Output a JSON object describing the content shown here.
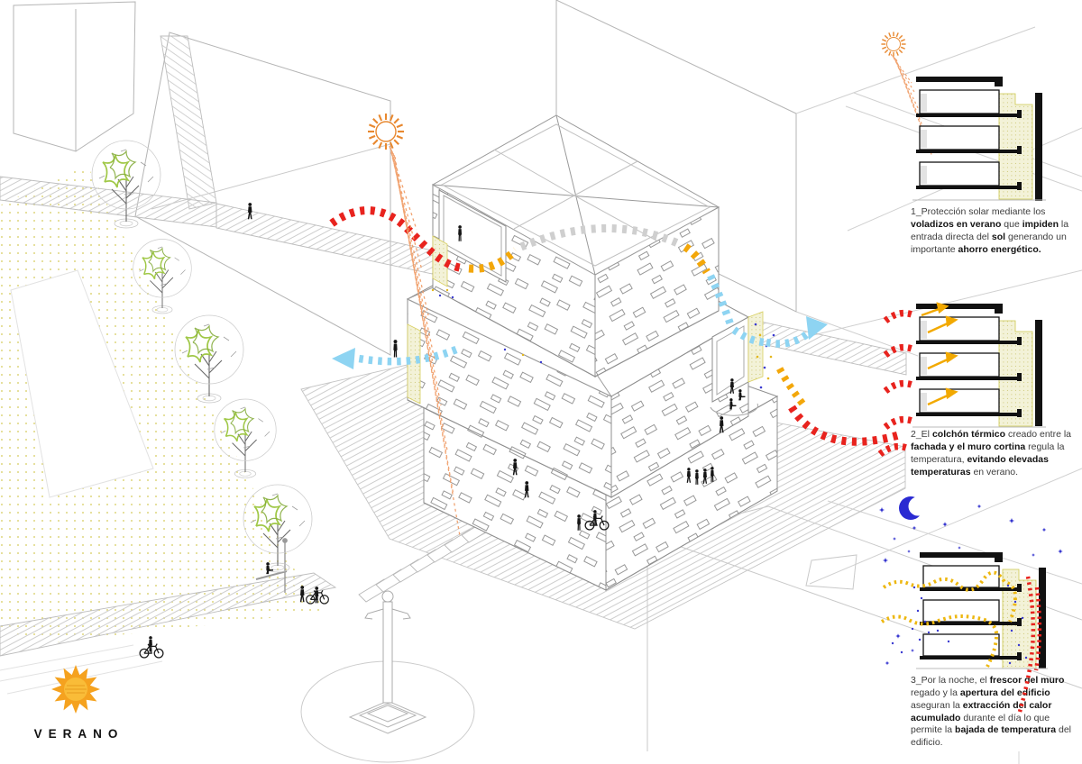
{
  "legend": {
    "label": "VERANO",
    "icon": "sun-icon"
  },
  "notes": [
    {
      "number": "1",
      "segments": [
        {
          "text": "1_Protección solar mediante los ",
          "bold": false
        },
        {
          "text": "voladizos en verano",
          "bold": true
        },
        {
          "text": " que ",
          "bold": false
        },
        {
          "text": "impiden",
          "bold": true
        },
        {
          "text": " la entrada directa del ",
          "bold": false
        },
        {
          "text": "sol",
          "bold": true
        },
        {
          "text": " generando un importante ",
          "bold": false
        },
        {
          "text": "ahorro energético.",
          "bold": true
        }
      ]
    },
    {
      "number": "2",
      "segments": [
        {
          "text": "2_El ",
          "bold": false
        },
        {
          "text": "colchón térmico",
          "bold": true
        },
        {
          "text": " creado entre la ",
          "bold": false
        },
        {
          "text": "fachada y el muro cortina",
          "bold": true
        },
        {
          "text": " regula la temperatura, ",
          "bold": false
        },
        {
          "text": "evitando elevadas temperaturas",
          "bold": true
        },
        {
          "text": " en verano.",
          "bold": false
        }
      ]
    },
    {
      "number": "3",
      "segments": [
        {
          "text": "3_Por la noche, el ",
          "bold": false
        },
        {
          "text": "frescor del muro",
          "bold": true
        },
        {
          "text": " regado y la ",
          "bold": false
        },
        {
          "text": "apertura del edificio",
          "bold": true
        },
        {
          "text": " aseguran la ",
          "bold": false
        },
        {
          "text": "extracción del calor acumulado",
          "bold": true
        },
        {
          "text": " durante el día lo que permite la ",
          "bold": false
        },
        {
          "text": "bajada de temperatura",
          "bold": true
        },
        {
          "text": " del edificio.",
          "bold": false
        }
      ]
    }
  ],
  "colors": {
    "hot_air": "#e8231e",
    "warm_air": "#f3a70a",
    "cool_air": "#8ed4f2",
    "neutral_air": "#cfcfcf",
    "sun_rays": "#ef9a63",
    "sun_fill": "#f5a21f",
    "night_blue": "#2a2ad2",
    "vegetation": "#9bc53d",
    "thermal_buffer": "#f3f2d8",
    "plaza_dots": "#d9cf66"
  },
  "icons": [
    "sun-icon",
    "moon-icon",
    "star-icon",
    "tree-icon",
    "person-icon",
    "bicycle-icon",
    "car-icon"
  ]
}
